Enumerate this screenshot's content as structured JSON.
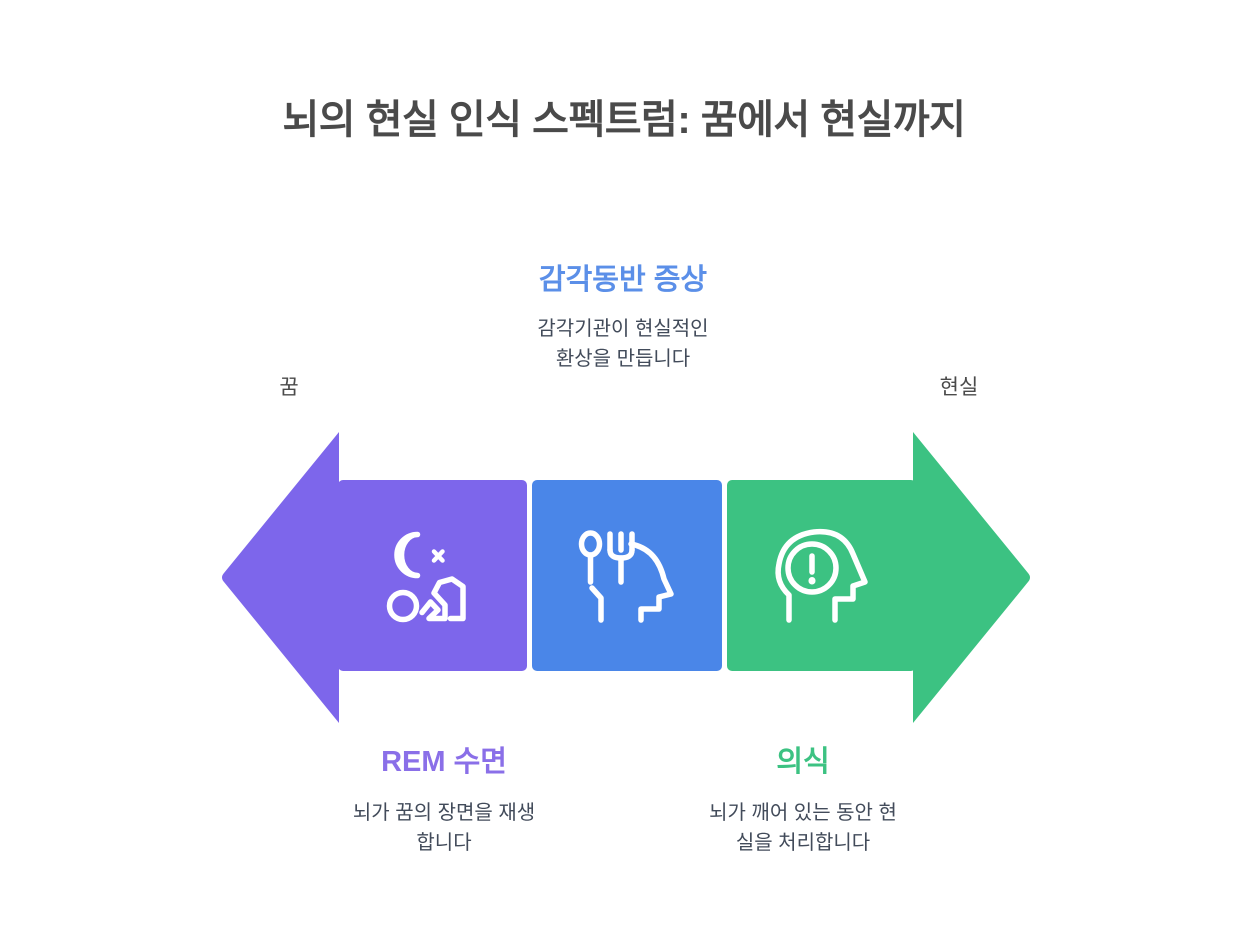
{
  "title": "뇌의 현실 인식 스펙트럼: 꿈에서 현실까지",
  "colors": {
    "purple": "#7d66eb",
    "blue": "#4a86e8",
    "green": "#3cc282",
    "purple_text": "#8a6fe8",
    "blue_text": "#5b8fe8",
    "green_text": "#3cc282",
    "body_text": "#424b5a",
    "title_text": "#4a4a4a",
    "background": "#ffffff",
    "icon_stroke": "#ffffff"
  },
  "axis": {
    "left_label": "꿈",
    "right_label": "현실",
    "left_arrow_icon": "arrow-left-icon",
    "right_arrow_icon": "arrow-right-icon"
  },
  "stages": [
    {
      "id": "rem-sleep",
      "color": "#7d66eb",
      "icon": "moon-star-sleeping-person-icon",
      "heading": "REM 수면",
      "description": "뇌가 꿈의 장면을 재생 합니다",
      "heading_color": "#8a6fe8",
      "label_position": "bottom"
    },
    {
      "id": "sensory-hallucination",
      "color": "#4a86e8",
      "icon": "spoon-fork-head-profile-icon",
      "heading": "감각동반 증상",
      "description": "감각기관이 현실적인 환상을 만듭니다",
      "heading_color": "#5b8fe8",
      "label_position": "top"
    },
    {
      "id": "consciousness",
      "color": "#3cc282",
      "icon": "head-profile-exclamation-icon",
      "heading": "의식",
      "description": "뇌가 깨어 있는 동안 현 실을 처리합니다",
      "heading_color": "#3cc282",
      "label_position": "bottom"
    }
  ],
  "top_block": {
    "heading": "감각동반 증상",
    "desc_line1": "감각기관이 현실적인",
    "desc_line2": "환상을 만듭니다"
  },
  "bottom_left": {
    "heading": "REM 수면",
    "desc_line1": "뇌가 꿈의 장면을 재생",
    "desc_line2": "합니다"
  },
  "bottom_right": {
    "heading": "의식",
    "desc_line1": "뇌가 깨어 있는 동안 현",
    "desc_line2": "실을 처리합니다"
  }
}
